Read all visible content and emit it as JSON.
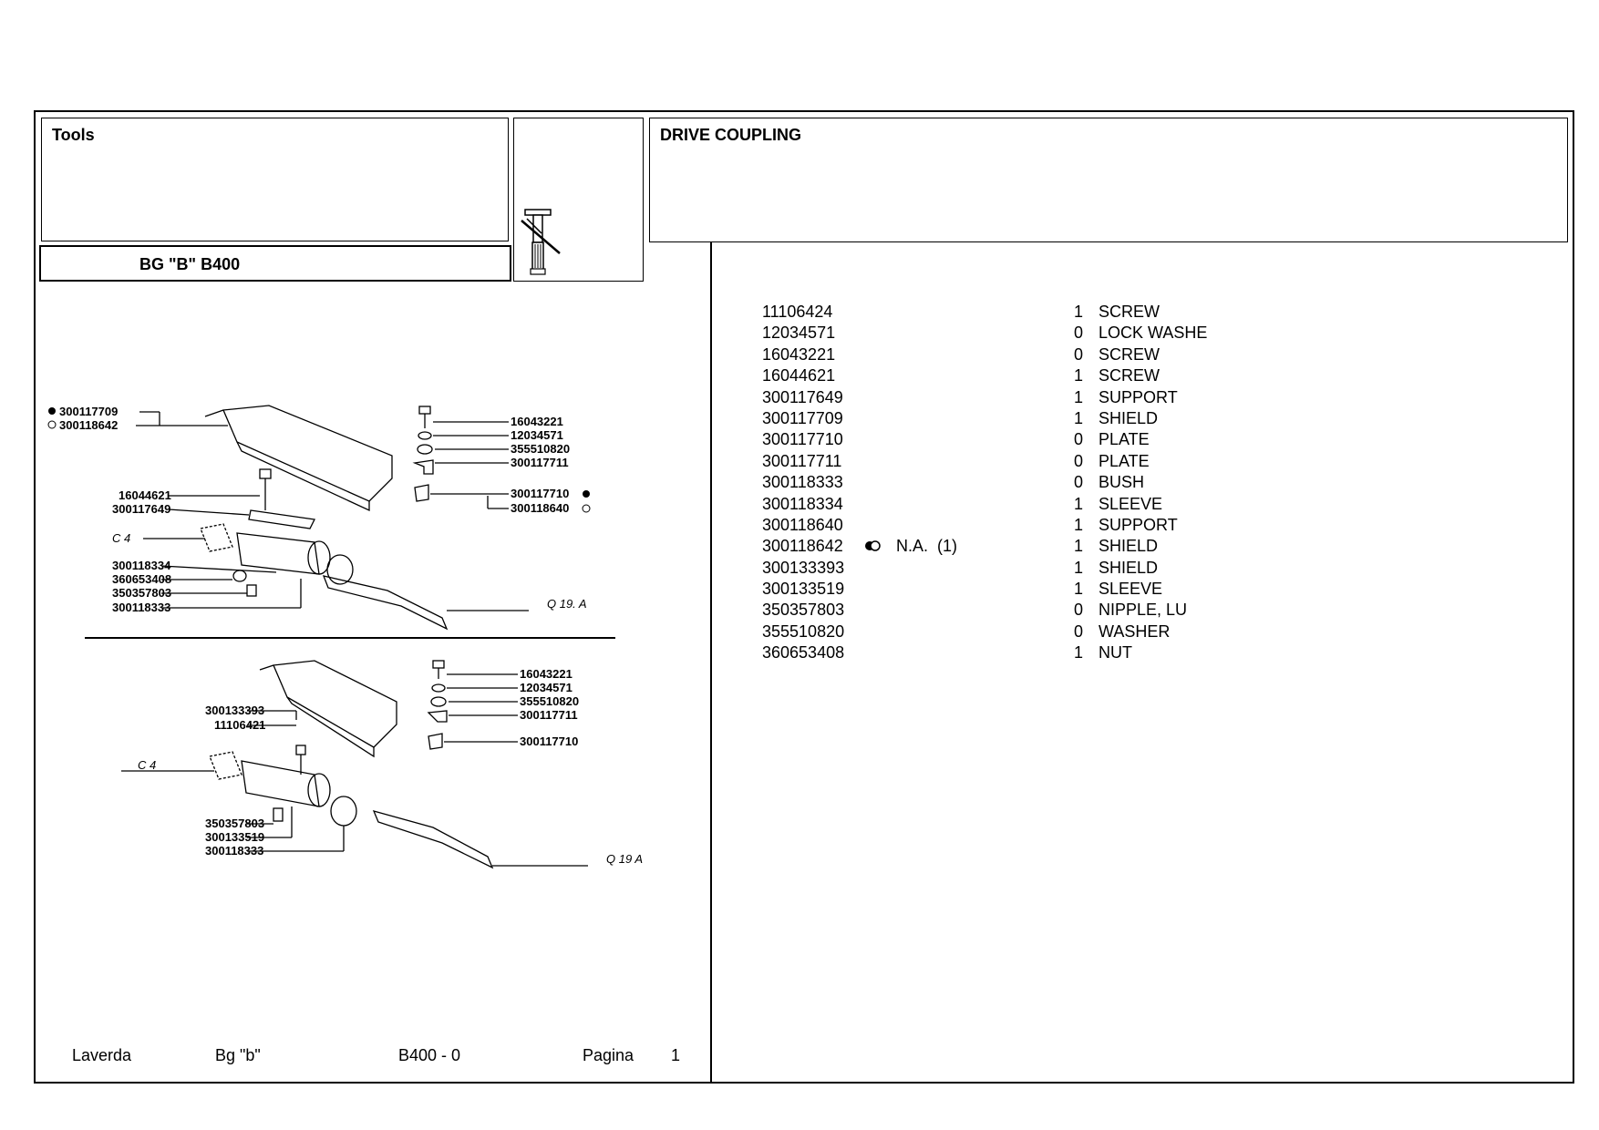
{
  "header": {
    "tools_label": "Tools",
    "model_label": "BG \"B\" B400",
    "section_title": "DRIVE COUPLING"
  },
  "parts": [
    {
      "part_no": "11106424",
      "note": "",
      "qty": "1",
      "desc": "SCREW"
    },
    {
      "part_no": "12034571",
      "note": "",
      "qty": "0",
      "desc": "LOCK WASHE"
    },
    {
      "part_no": "16043221",
      "note": "",
      "qty": "0",
      "desc": "SCREW"
    },
    {
      "part_no": "16044621",
      "note": "",
      "qty": "1",
      "desc": "SCREW"
    },
    {
      "part_no": "300117649",
      "note": "",
      "qty": "1",
      "desc": "SUPPORT"
    },
    {
      "part_no": "300117709",
      "note": "",
      "qty": "1",
      "desc": "SHIELD"
    },
    {
      "part_no": "300117710",
      "note": "",
      "qty": "0",
      "desc": "PLATE"
    },
    {
      "part_no": "300117711",
      "note": "",
      "qty": "0",
      "desc": "PLATE"
    },
    {
      "part_no": "300118333",
      "note": "",
      "qty": "0",
      "desc": "BUSH"
    },
    {
      "part_no": "300118334",
      "note": "",
      "qty": "1",
      "desc": "SLEEVE"
    },
    {
      "part_no": "300118640",
      "note": "",
      "qty": "1",
      "desc": "SUPPORT"
    },
    {
      "part_no": "300118642",
      "note": "N.A.  (1)",
      "qty": "1",
      "desc": "SHIELD"
    },
    {
      "part_no": "300133393",
      "note": "",
      "qty": "1",
      "desc": "SHIELD"
    },
    {
      "part_no": "300133519",
      "note": "",
      "qty": "1",
      "desc": "SLEEVE"
    },
    {
      "part_no": "350357803",
      "note": "",
      "qty": "0",
      "desc": "NIPPLE, LU"
    },
    {
      "part_no": "355510820",
      "note": "",
      "qty": "0",
      "desc": "WASHER"
    },
    {
      "part_no": "360653408",
      "note": "",
      "qty": "1",
      "desc": "NUT"
    }
  ],
  "drawing": {
    "top_labels": {
      "shield_a": "300117709",
      "shield_b": "300118642",
      "screw_top": "16043221",
      "washer_lock": "12034571",
      "washer": "355510820",
      "plate": "300117711",
      "plate_b": "300117710",
      "support_b": "300118640",
      "screw_mid": "16044621",
      "support": "300117649",
      "c4": "C 4",
      "sleeve": "300118334",
      "nut": "360653408",
      "nipple": "350357803",
      "bush": "300118333",
      "q19": "Q 19. A"
    },
    "bottom_labels": {
      "screw_top": "16043221",
      "washer_lock": "12034571",
      "washer": "355510820",
      "plate": "300117711",
      "plate_b": "300117710",
      "shield": "300133393",
      "screw": "11106421",
      "c4": "C 4",
      "nipple": "350357803",
      "sleeve": "300133519",
      "bush": "300118333",
      "q19": "Q 19  A"
    }
  },
  "footer": {
    "brand": "Laverda",
    "model": "Bg \"b\"",
    "code": "B400 - 0",
    "page_label": "Pagina",
    "page_number": "1"
  }
}
